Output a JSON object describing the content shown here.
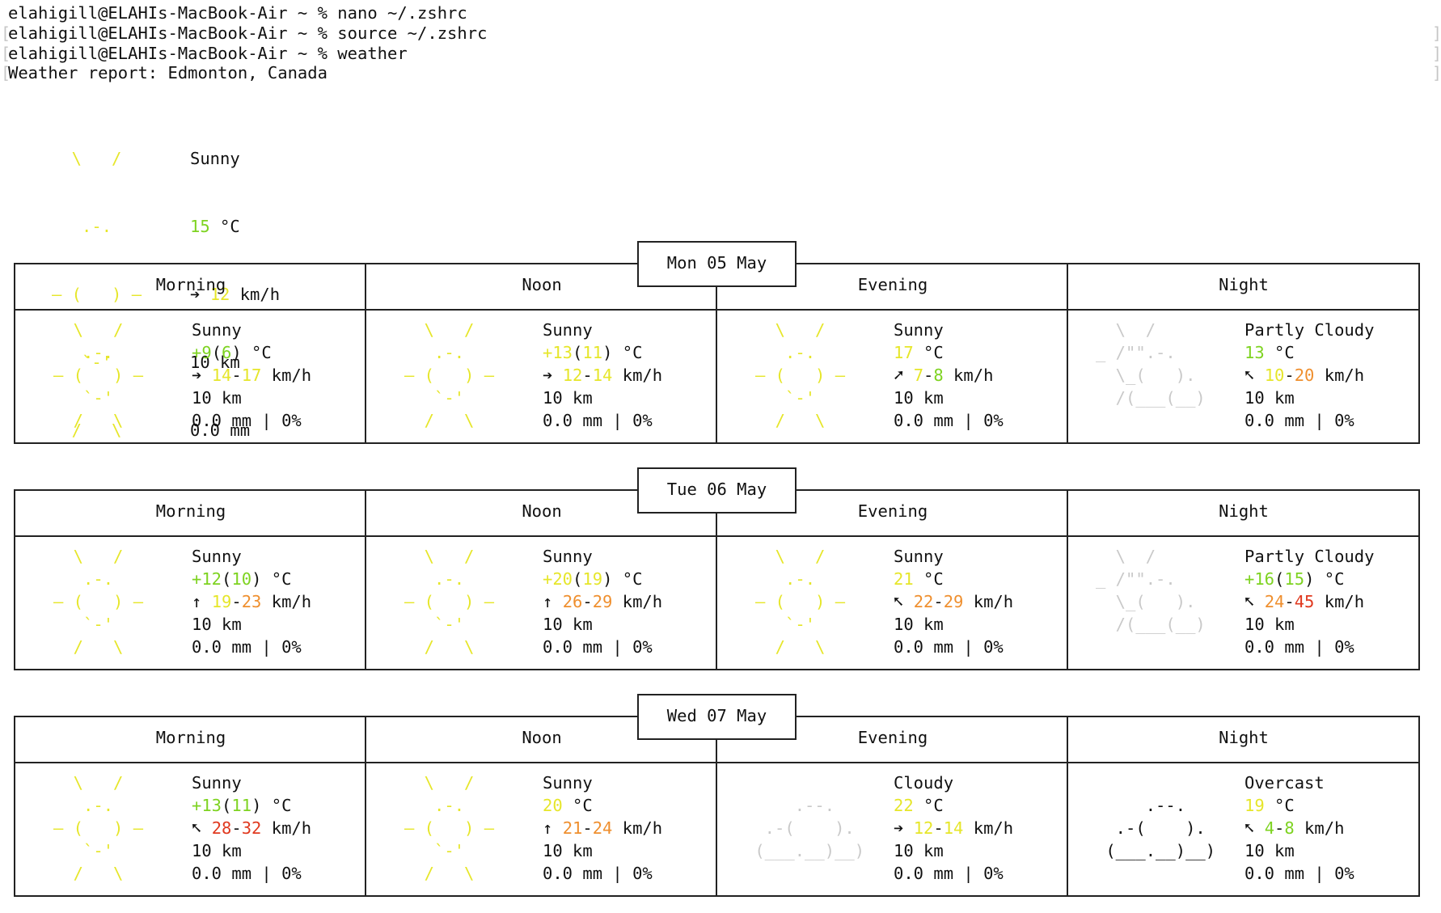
{
  "terminal": {
    "lines": [
      "elahigill@ELAHIs-MacBook-Air ~ % nano ~/.zshrc",
      "elahigill@ELAHIs-MacBook-Air ~ % source ~/.zshrc",
      "elahigill@ELAHIs-MacBook-Air ~ % weather",
      "Weather report: Edmonton, Canada"
    ]
  },
  "icons": {
    "sunny": [
      "  \\   /  ",
      "   .-.   ",
      "― (   ) ―",
      "   `-'   ",
      "  /   \\  "
    ],
    "partly_cloudy": [
      "  \\  /",
      "_ /\"\".-.",
      "  \\_(   ).",
      "  /(___(__)"
    ],
    "cloudy": [
      "",
      "     .--.",
      "  .-(    ).",
      " (___.__)__)"
    ],
    "overcast": [
      "",
      "     .--.",
      "  .-(    ).",
      " (___.__)__)"
    ]
  },
  "colors": {
    "sun": "#e6e62a",
    "temp_green": "#7ed321",
    "temp_yellow": "#e6e62a",
    "wind_orange": "#ef8f2e",
    "wind_red": "#e0391f",
    "cloud_light": "#c9c9c9",
    "cloud_dark": "#111111"
  },
  "current": {
    "condition": "Sunny",
    "temp": "15",
    "temp_unit": "°C",
    "wind_arrow": "➔",
    "wind": "12",
    "wind_unit": "km/h",
    "visibility": "10 km",
    "precip": "0.0 mm"
  },
  "period_labels": [
    "Morning",
    "Noon",
    "Evening",
    "Night"
  ],
  "days": [
    {
      "date": "Mon 05 May",
      "periods": [
        {
          "icon": "sunny",
          "condition": "Sunny",
          "temp": [
            [
              "+9",
              "cg"
            ],
            [
              "(",
              "cd"
            ],
            [
              "6",
              "cg"
            ],
            [
              ")",
              "cd"
            ]
          ],
          "arrow": "➔",
          "wind": [
            [
              "14",
              "cy"
            ],
            [
              "-",
              "cd"
            ],
            [
              "17",
              "cy"
            ]
          ],
          "vis": "10 km",
          "precip": "0.0 mm | 0%"
        },
        {
          "icon": "sunny",
          "condition": "Sunny",
          "temp": [
            [
              "+13",
              "cy"
            ],
            [
              "(",
              "cd"
            ],
            [
              "11",
              "cy"
            ],
            [
              ")",
              "cd"
            ]
          ],
          "arrow": "➔",
          "wind": [
            [
              "12",
              "cy"
            ],
            [
              "-",
              "cd"
            ],
            [
              "14",
              "cy"
            ]
          ],
          "vis": "10 km",
          "precip": "0.0 mm | 0%"
        },
        {
          "icon": "sunny",
          "condition": "Sunny",
          "temp": [
            [
              "17",
              "cy"
            ]
          ],
          "arrow": "➚",
          "wind": [
            [
              "7",
              "cy"
            ],
            [
              "-",
              "cd"
            ],
            [
              "8",
              "cg"
            ]
          ],
          "vis": "10 km",
          "precip": "0.0 mm | 0%"
        },
        {
          "icon": "partly_cloudy",
          "condition": "Partly Cloudy",
          "temp": [
            [
              "13",
              "cg"
            ]
          ],
          "arrow": "➚",
          "arrow_rot": true,
          "wind": [
            [
              "10",
              "cy"
            ],
            [
              "-",
              "cd"
            ],
            [
              "20",
              "co"
            ]
          ],
          "vis": "10 km",
          "precip": "0.0 mm | 0%"
        }
      ]
    },
    {
      "date": "Tue 06 May",
      "periods": [
        {
          "icon": "sunny",
          "condition": "Sunny",
          "temp": [
            [
              "+12",
              "cg"
            ],
            [
              "(",
              "cd"
            ],
            [
              "10",
              "cg"
            ],
            [
              ")",
              "cd"
            ]
          ],
          "arrow": "↑",
          "wind": [
            [
              "19",
              "cy"
            ],
            [
              "-",
              "cd"
            ],
            [
              "23",
              "co"
            ]
          ],
          "vis": "10 km",
          "precip": "0.0 mm | 0%"
        },
        {
          "icon": "sunny",
          "condition": "Sunny",
          "temp": [
            [
              "+20",
              "cy"
            ],
            [
              "(",
              "cd"
            ],
            [
              "19",
              "cy"
            ],
            [
              ")",
              "cd"
            ]
          ],
          "arrow": "↑",
          "wind": [
            [
              "26",
              "co"
            ],
            [
              "-",
              "cd"
            ],
            [
              "29",
              "co"
            ]
          ],
          "vis": "10 km",
          "precip": "0.0 mm | 0%"
        },
        {
          "icon": "sunny",
          "condition": "Sunny",
          "temp": [
            [
              "21",
              "cy"
            ]
          ],
          "arrow": "➚",
          "arrow_rot": true,
          "wind": [
            [
              "22",
              "co"
            ],
            [
              "-",
              "cd"
            ],
            [
              "29",
              "co"
            ]
          ],
          "vis": "10 km",
          "precip": "0.0 mm | 0%"
        },
        {
          "icon": "partly_cloudy",
          "condition": "Partly Cloudy",
          "temp": [
            [
              "+16",
              "cg"
            ],
            [
              "(",
              "cd"
            ],
            [
              "15",
              "cg"
            ],
            [
              ")",
              "cd"
            ]
          ],
          "arrow": "➚",
          "arrow_rot": true,
          "wind": [
            [
              "24",
              "co"
            ],
            [
              "-",
              "cd"
            ],
            [
              "45",
              "cr"
            ]
          ],
          "vis": "10 km",
          "precip": "0.0 mm | 0%"
        }
      ]
    },
    {
      "date": "Wed 07 May",
      "periods": [
        {
          "icon": "sunny",
          "condition": "Sunny",
          "temp": [
            [
              "+13",
              "cg"
            ],
            [
              "(",
              "cd"
            ],
            [
              "11",
              "cg"
            ],
            [
              ")",
              "cd"
            ]
          ],
          "arrow": "➚",
          "arrow_rot": true,
          "wind": [
            [
              "28",
              "cr"
            ],
            [
              "-",
              "cd"
            ],
            [
              "32",
              "cr"
            ]
          ],
          "vis": "10 km",
          "precip": "0.0 mm | 0%"
        },
        {
          "icon": "sunny",
          "condition": "Sunny",
          "temp": [
            [
              "20",
              "cy"
            ]
          ],
          "arrow": "↑",
          "wind": [
            [
              "21",
              "co"
            ],
            [
              "-",
              "cd"
            ],
            [
              "24",
              "co"
            ]
          ],
          "vis": "10 km",
          "precip": "0.0 mm | 0%"
        },
        {
          "icon": "cloudy",
          "condition": "Cloudy",
          "temp": [
            [
              "22",
              "cy"
            ]
          ],
          "arrow": "➔",
          "wind": [
            [
              "12",
              "cy"
            ],
            [
              "-",
              "cd"
            ],
            [
              "14",
              "cy"
            ]
          ],
          "vis": "10 km",
          "precip": "0.0 mm | 0%"
        },
        {
          "icon": "overcast",
          "condition": "Overcast",
          "temp": [
            [
              "19",
              "cy"
            ]
          ],
          "arrow": "➚",
          "arrow_rot": true,
          "wind": [
            [
              "4",
              "cg"
            ],
            [
              "-",
              "cd"
            ],
            [
              "8",
              "cg"
            ]
          ],
          "vis": "10 km",
          "precip": "0.0 mm | 0%"
        }
      ]
    }
  ]
}
